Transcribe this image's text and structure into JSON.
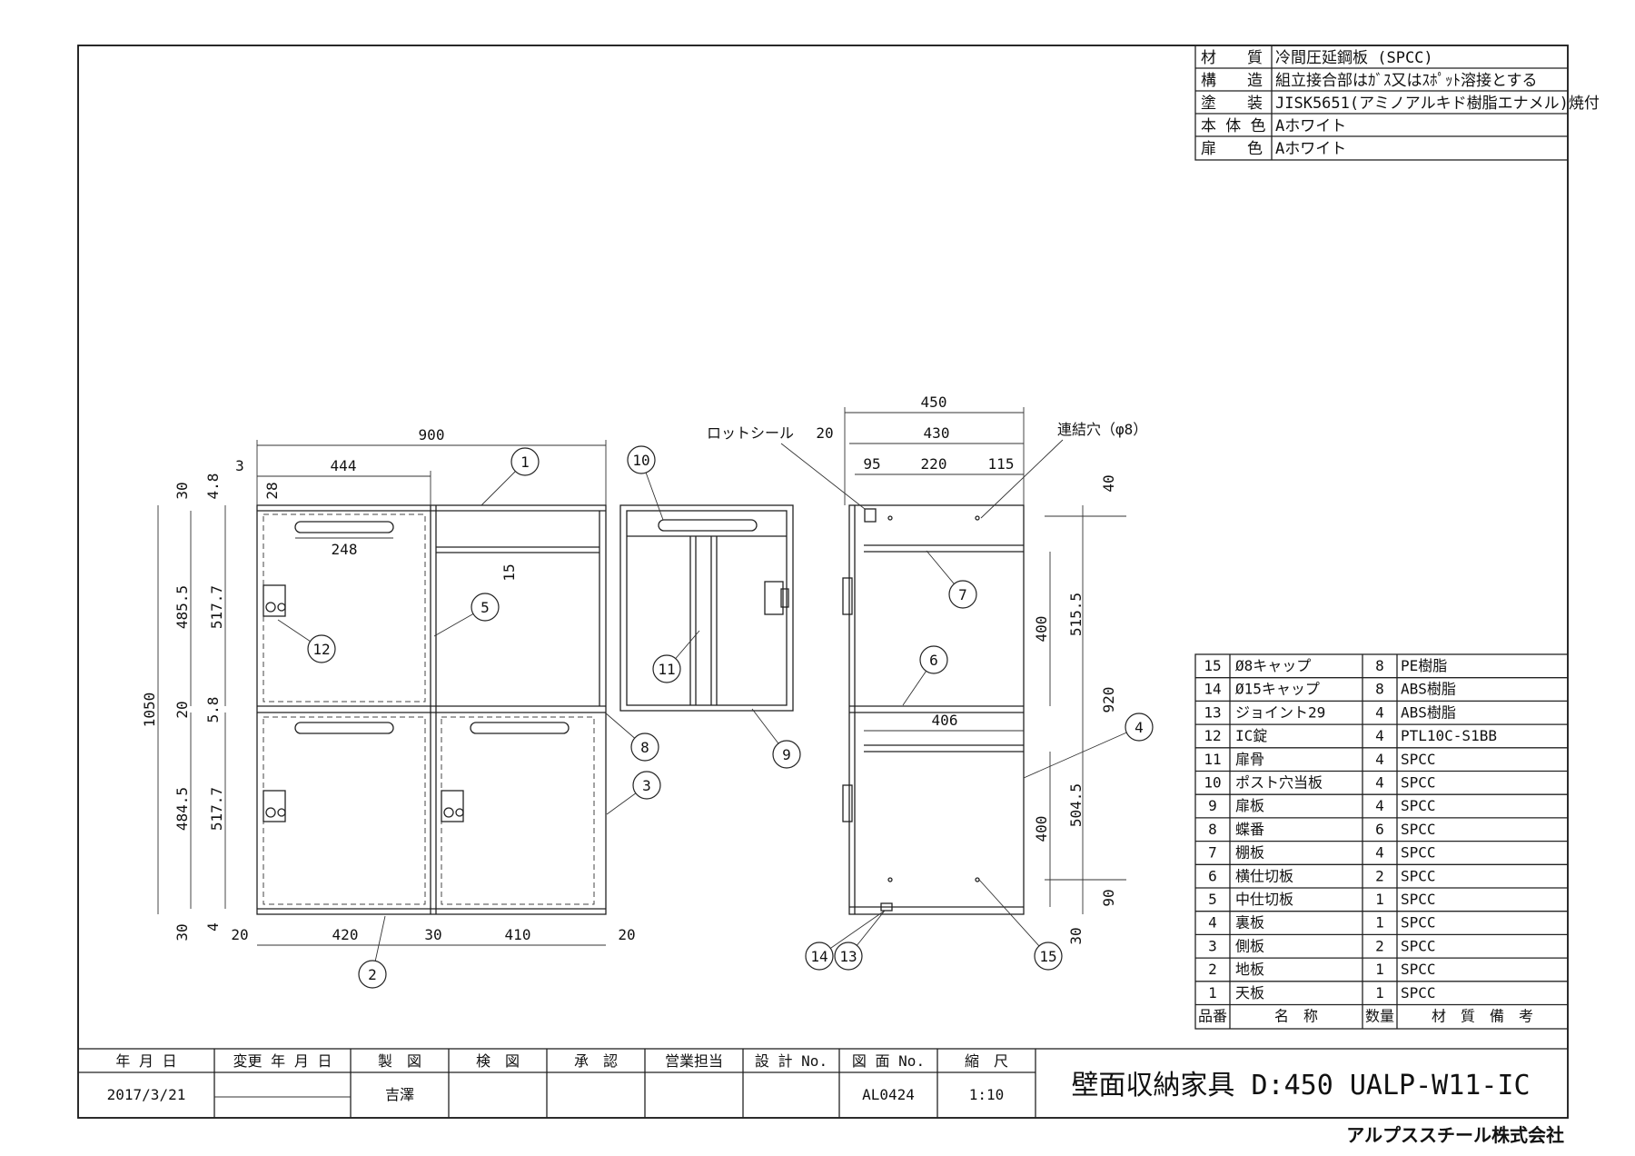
{
  "spec_table": [
    {
      "label": "材　　質",
      "value": "冷間圧延鋼板 (SPCC)"
    },
    {
      "label": "構　　造",
      "value": "組立接合部はｶﾞｽ又はｽﾎﾟｯﾄ溶接とする"
    },
    {
      "label": "塗　　装",
      "value": "JISK5651(アミノアルキド樹脂エナメル)焼付"
    },
    {
      "label": "本 体 色",
      "value": "Aホワイト"
    },
    {
      "label": "扉　　色",
      "value": "Aホワイト"
    }
  ],
  "parts_list": {
    "rows": [
      {
        "no": "15",
        "name": "Ø8キャップ",
        "qty": "8",
        "material": "PE樹脂"
      },
      {
        "no": "14",
        "name": "Ø15キャップ",
        "qty": "8",
        "material": "ABS樹脂"
      },
      {
        "no": "13",
        "name": "ジョイント29",
        "qty": "4",
        "material": "ABS樹脂"
      },
      {
        "no": "12",
        "name": "IC錠",
        "qty": "4",
        "material": "PTL10C-S1BB"
      },
      {
        "no": "11",
        "name": "扉骨",
        "qty": "4",
        "material": "SPCC"
      },
      {
        "no": "10",
        "name": "ポスト穴当板",
        "qty": "4",
        "material": "SPCC"
      },
      {
        "no": "9",
        "name": "扉板",
        "qty": "4",
        "material": "SPCC"
      },
      {
        "no": "8",
        "name": "蝶番",
        "qty": "6",
        "material": "SPCC"
      },
      {
        "no": "7",
        "name": "棚板",
        "qty": "4",
        "material": "SPCC"
      },
      {
        "no": "6",
        "name": "横仕切板",
        "qty": "2",
        "material": "SPCC"
      },
      {
        "no": "5",
        "name": "中仕切板",
        "qty": "1",
        "material": "SPCC"
      },
      {
        "no": "4",
        "name": "裏板",
        "qty": "1",
        "material": "SPCC"
      },
      {
        "no": "3",
        "name": "側板",
        "qty": "2",
        "material": "SPCC"
      },
      {
        "no": "2",
        "name": "地板",
        "qty": "1",
        "material": "SPCC"
      },
      {
        "no": "1",
        "name": "天板",
        "qty": "1",
        "material": "SPCC"
      }
    ],
    "header": {
      "no": "品番",
      "name": "名　称",
      "qty": "数量",
      "material": "材　質　備　考"
    }
  },
  "title_block": {
    "headers": [
      "年 月 日",
      "変更 年 月 日",
      "製　図",
      "検　図",
      "承　認",
      "営業担当",
      "設 計 No.",
      "図 面 No.",
      "縮　尺"
    ],
    "values": [
      "2017/3/21",
      "",
      "吉澤",
      "",
      "",
      "",
      "",
      "AL0424",
      "1:10"
    ],
    "title": "壁面収納家具 D:450 UALP-W11-IC",
    "company": "アルプススチール株式会社"
  },
  "dimensions": {
    "front": {
      "total_width": "900",
      "left_width": "444",
      "offset_3": "3",
      "slot_offset": "28",
      "slot_width": "248",
      "shelf_15": "15",
      "height_total": "1050",
      "top_30": "30",
      "top_48": "4.8",
      "upper_4855": "485.5",
      "upper_5177": "517.7",
      "mid_20": "20",
      "mid_58": "5.8",
      "lower_4845": "484.5",
      "lower_5177": "517.7",
      "bottom_30": "30",
      "bottom_4": "4",
      "bw_20a": "20",
      "bw_420": "420",
      "bw_30": "30",
      "bw_410": "410",
      "bw_20b": "20"
    },
    "side": {
      "depth_450": "450",
      "d_20": "20",
      "d_430": "430",
      "d_95": "95",
      "d_220": "220",
      "d_115": "115",
      "h_40": "40",
      "h_5155": "515.5",
      "h_920": "920",
      "h_400a": "400",
      "h_406": "406",
      "h_400b": "400",
      "h_5045": "504.5",
      "h_90": "90",
      "h_30": "30",
      "rot_seal": "ロットシール",
      "connect_hole": "連結穴（φ8）"
    }
  },
  "balloons": [
    "1",
    "2",
    "3",
    "4",
    "5",
    "6",
    "7",
    "8",
    "9",
    "10",
    "11",
    "12",
    "13",
    "14",
    "15"
  ],
  "colors": {
    "line": "#222222",
    "paper": "#ffffff"
  }
}
